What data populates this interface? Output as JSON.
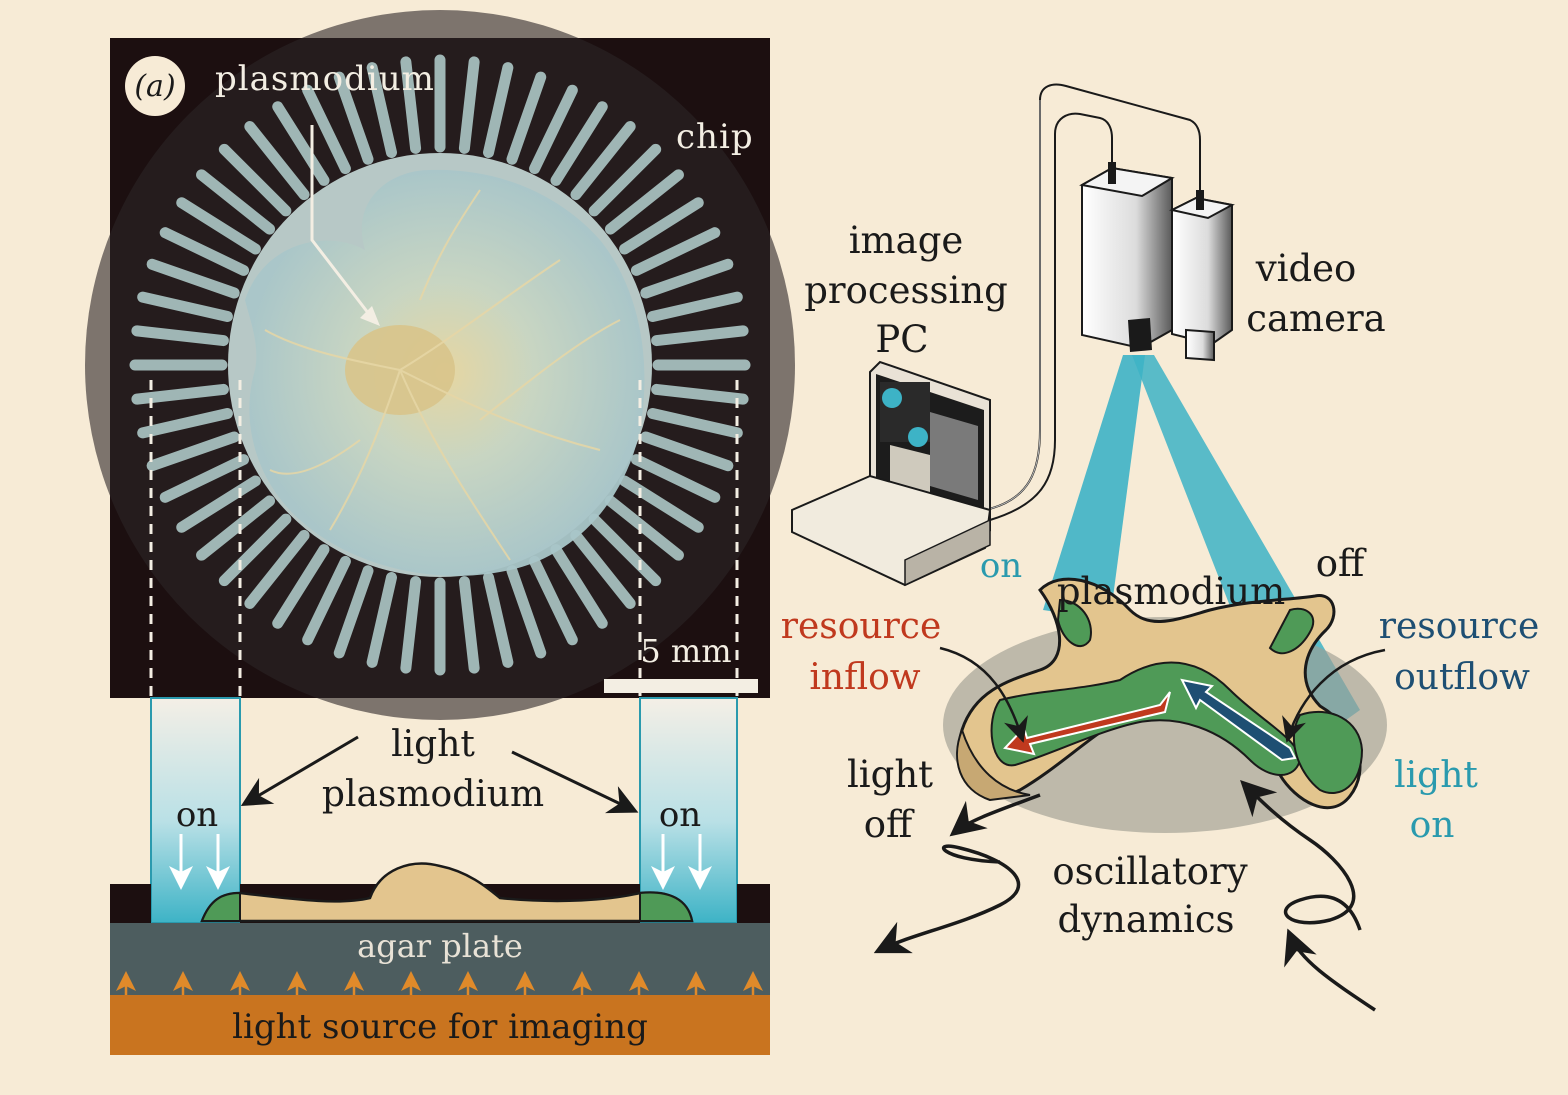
{
  "panel_letter": "a",
  "photo": {
    "plasmodium_label": "plasmodium",
    "chip_label": "chip",
    "scale_label": "5 mm"
  },
  "cross_section": {
    "light_label": "light",
    "plasmodium_label": "plasmodium",
    "on_left": "on",
    "on_right": "on",
    "agar_label": "agar plate",
    "source_label": "light source for imaging"
  },
  "setup": {
    "pc_label_lines": [
      "image",
      "processing",
      "PC"
    ],
    "camera_label_lines": [
      "video",
      "camera"
    ],
    "on_label": "on",
    "off_label": "off",
    "plasmodium_label": "plasmodium",
    "inflow_lines": [
      "resource",
      "inflow"
    ],
    "outflow_lines": [
      "resource",
      "outflow"
    ],
    "light_off_lines": [
      "light",
      "off"
    ],
    "light_on_lines": [
      "light",
      "on"
    ],
    "oscillatory_lines": [
      "oscillatory",
      "dynamics"
    ]
  },
  "colors": {
    "background": "#f7ebd6",
    "light_beam": "#3db3c6",
    "plasmodium_tan": "#e3c58e",
    "plasmodium_green": "#4f9a57",
    "agar": "#4d5d5f",
    "light_source": "#c9741f",
    "inflow_red": "#c0391e",
    "outflow_blue": "#1e4f73",
    "text_dark": "#1a1a1a"
  }
}
